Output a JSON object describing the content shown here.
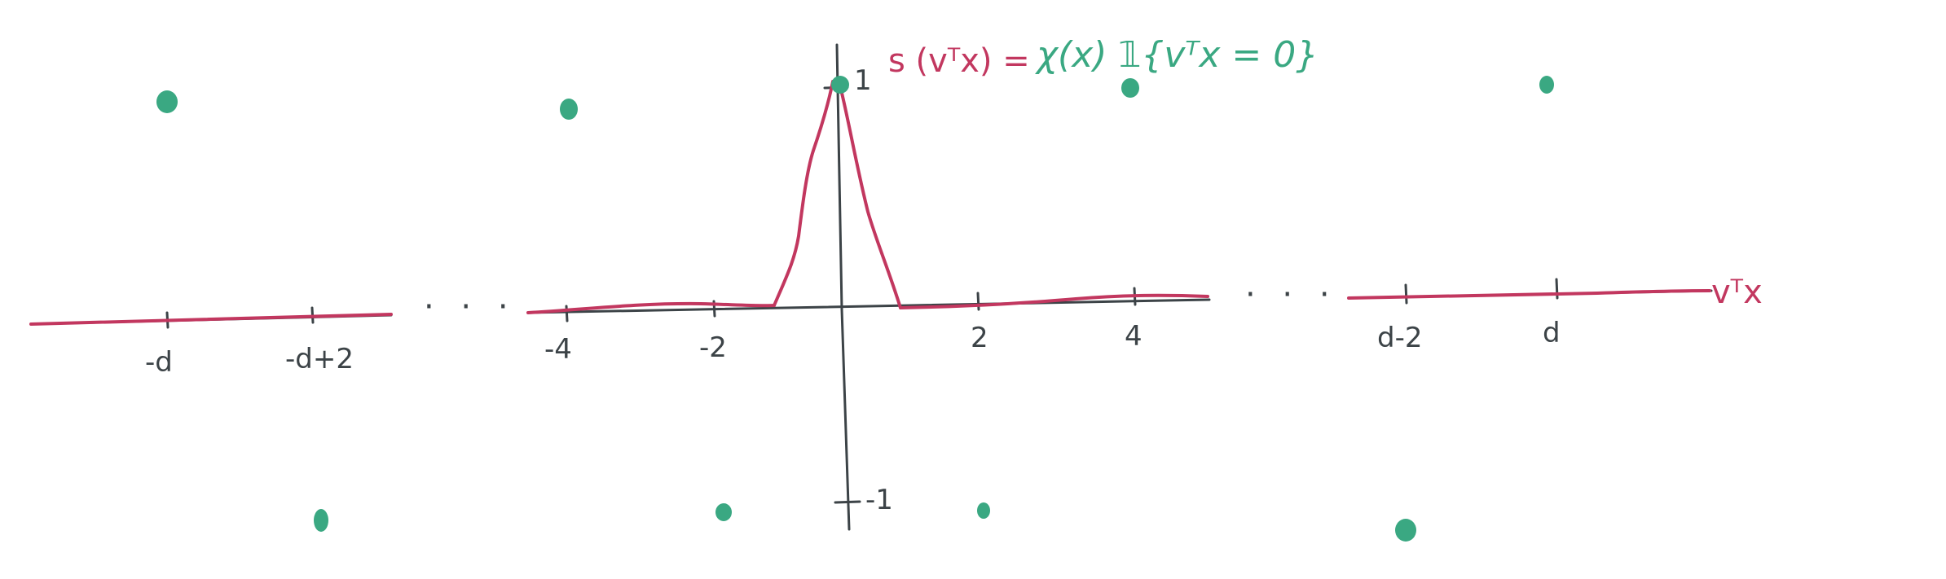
{
  "diagram": {
    "x_axis_label": "vᵀx",
    "formula_lhs": "s (vᵀx) =",
    "formula_rhs": "χ(x) 𝟙{vᵀx = 0}",
    "y_tick_top": "1",
    "y_tick_bottom": "-1",
    "ellipsis_left": "· · ·",
    "ellipsis_right": "· · ·",
    "x_ticks": {
      "neg_d": "-d",
      "neg_d_plus_2": "-d+2",
      "neg_4": "-4",
      "neg_2": "-2",
      "pos_2": "2",
      "pos_4": "4",
      "d_minus_2": "d-2",
      "d": "d"
    }
  },
  "colors": {
    "axis": "#3c4347",
    "curve": "#c2375f",
    "points": "#3aa882",
    "background": "#ffffff"
  }
}
